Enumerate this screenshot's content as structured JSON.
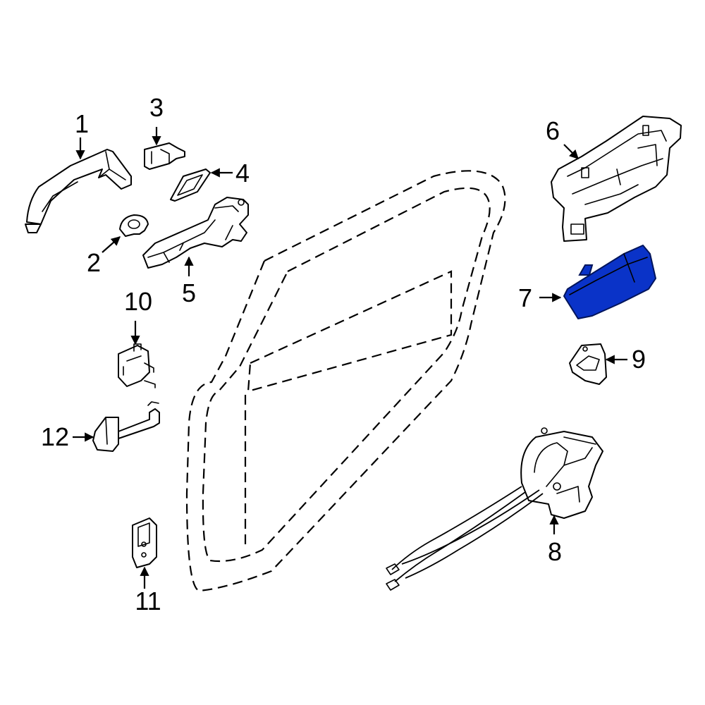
{
  "callouts": [
    {
      "id": "1",
      "label": "1"
    },
    {
      "id": "2",
      "label": "2"
    },
    {
      "id": "3",
      "label": "3"
    },
    {
      "id": "4",
      "label": "4"
    },
    {
      "id": "5",
      "label": "5"
    },
    {
      "id": "6",
      "label": "6"
    },
    {
      "id": "7",
      "label": "7"
    },
    {
      "id": "8",
      "label": "8"
    },
    {
      "id": "9",
      "label": "9"
    },
    {
      "id": "10",
      "label": "10"
    },
    {
      "id": "11",
      "label": "11"
    },
    {
      "id": "12",
      "label": "12"
    }
  ],
  "highlight": {
    "part": "7",
    "color": "#0a33c8",
    "stroke": "#00145a"
  }
}
